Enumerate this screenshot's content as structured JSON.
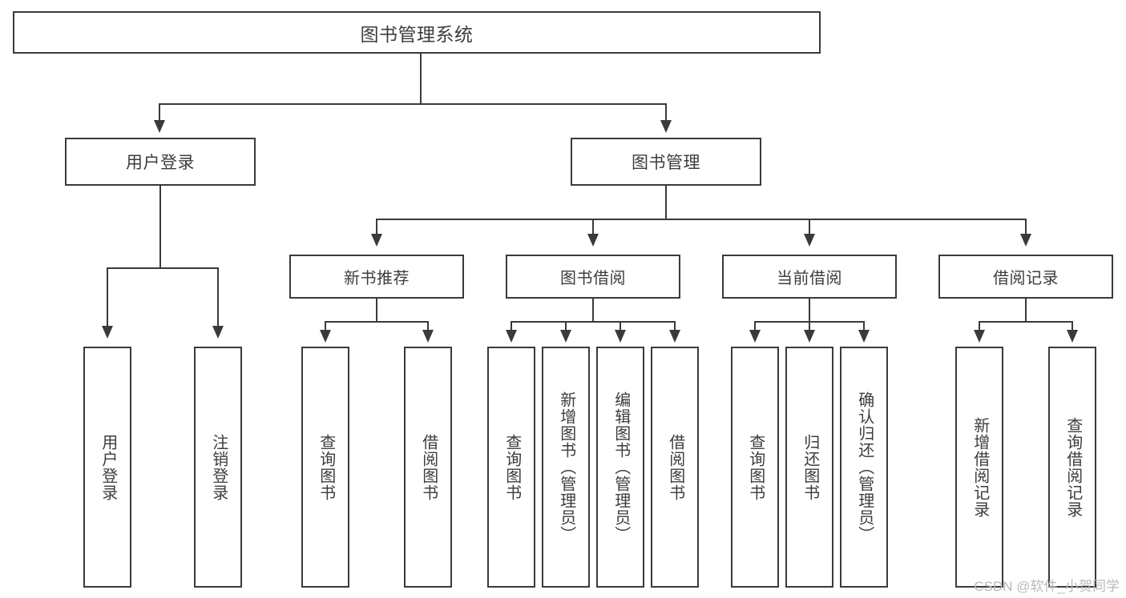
{
  "diagram": {
    "title": "图书管理系统",
    "type": "功能结构图",
    "root": {
      "label": "图书管理系统"
    },
    "level1": [
      {
        "label": "用户登录"
      },
      {
        "label": "图书管理"
      }
    ],
    "level2": [
      {
        "label": "新书推荐"
      },
      {
        "label": "图书借阅"
      },
      {
        "label": "当前借阅"
      },
      {
        "label": "借阅记录"
      }
    ],
    "leaves": {
      "user_login": [
        {
          "label": "用户登录"
        },
        {
          "label": "注销登录"
        }
      ],
      "new_book_recommend": [
        {
          "label": "查询图书"
        },
        {
          "label": "借阅图书"
        }
      ],
      "book_borrow": [
        {
          "label": "查询图书"
        },
        {
          "label": "新增图书（管理员）"
        },
        {
          "label": "编辑图书（管理员）"
        },
        {
          "label": "借阅图书"
        }
      ],
      "current_borrow": [
        {
          "label": "查询图书"
        },
        {
          "label": "归还图书"
        },
        {
          "label": "确认归还（管理员）"
        }
      ],
      "borrow_record": [
        {
          "label": "新增借阅记录"
        },
        {
          "label": "查询借阅记录"
        }
      ]
    }
  },
  "watermark": {
    "text": "CSDN @软件_小贺同学"
  },
  "colors": {
    "stroke": "#3a3a3a",
    "text": "#3d3d3d",
    "background": "#ffffff",
    "watermark": "#b9b9b9"
  }
}
